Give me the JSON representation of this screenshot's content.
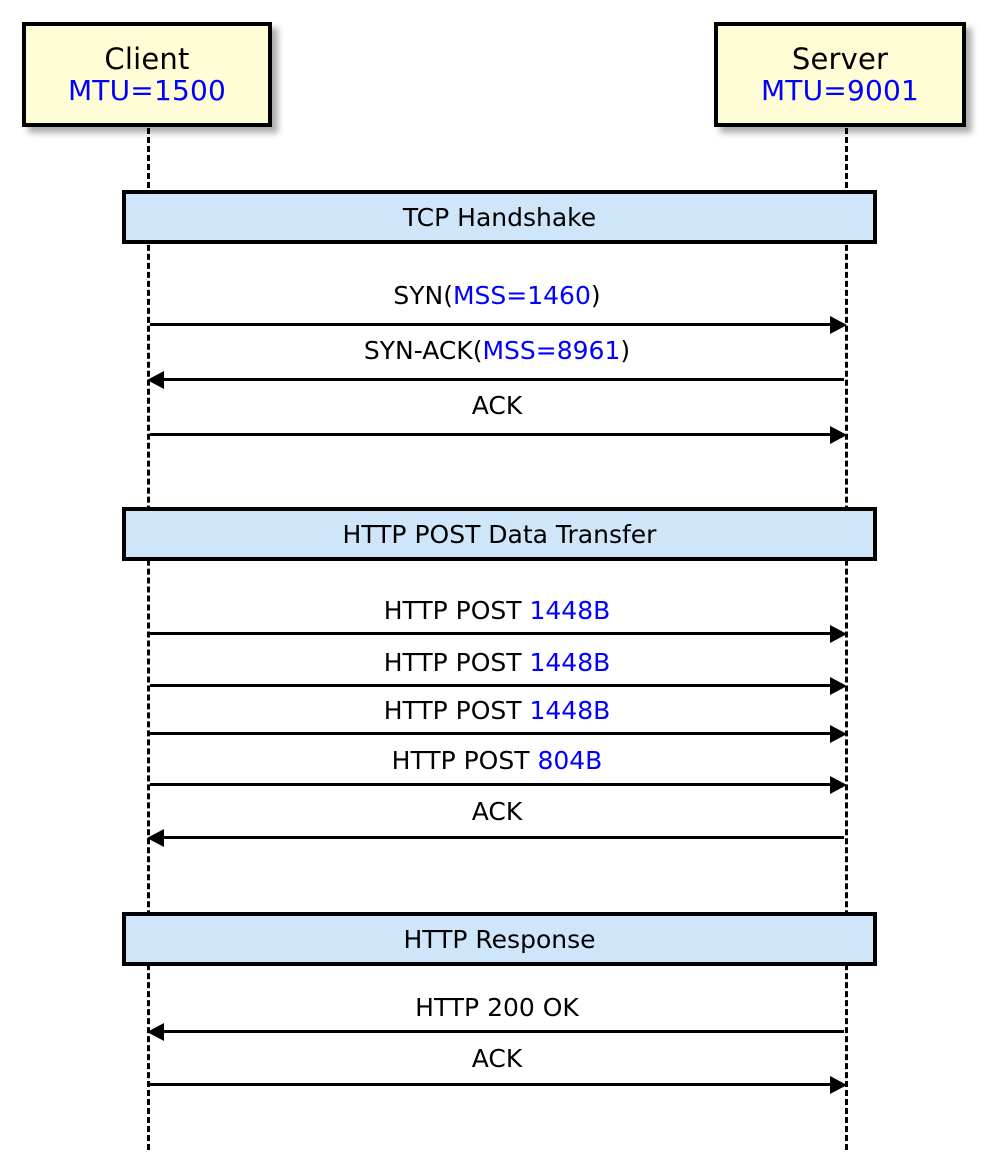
{
  "diagram": {
    "title": "TCP/HTTP sequence diagram between Client and Server",
    "colors": {
      "participant_fill": "#FFFDD5",
      "section_fill": "#CFE6FA",
      "highlight_text": "#0000FF",
      "stroke": "#000000"
    }
  },
  "participants": [
    {
      "id": "client",
      "name": "Client",
      "detail": "MTU=1500"
    },
    {
      "id": "server",
      "name": "Server",
      "detail": "MTU=9001"
    }
  ],
  "sections": [
    {
      "id": "handshake",
      "label": "TCP Handshake"
    },
    {
      "id": "post",
      "label": "HTTP POST Data Transfer"
    },
    {
      "id": "response",
      "label": "HTTP Response"
    }
  ],
  "messages": [
    {
      "id": "m1",
      "section": "handshake",
      "from": "client",
      "to": "server",
      "direction": "right",
      "label_plain": "SYN(MSS=1460)",
      "label_prefix": "SYN(",
      "label_highlight": "MSS=1460",
      "label_suffix": ")"
    },
    {
      "id": "m2",
      "section": "handshake",
      "from": "server",
      "to": "client",
      "direction": "left",
      "label_plain": "SYN-ACK(MSS=8961)",
      "label_prefix": "SYN-ACK(",
      "label_highlight": "MSS=8961",
      "label_suffix": ")"
    },
    {
      "id": "m3",
      "section": "handshake",
      "from": "client",
      "to": "server",
      "direction": "right",
      "label_plain": "ACK",
      "label_prefix": "ACK",
      "label_highlight": "",
      "label_suffix": ""
    },
    {
      "id": "m4",
      "section": "post",
      "from": "client",
      "to": "server",
      "direction": "right",
      "label_plain": "HTTP POST 1448B",
      "label_prefix": "HTTP POST ",
      "label_highlight": "1448B",
      "label_suffix": ""
    },
    {
      "id": "m5",
      "section": "post",
      "from": "client",
      "to": "server",
      "direction": "right",
      "label_plain": "HTTP POST 1448B",
      "label_prefix": "HTTP POST ",
      "label_highlight": "1448B",
      "label_suffix": ""
    },
    {
      "id": "m6",
      "section": "post",
      "from": "client",
      "to": "server",
      "direction": "right",
      "label_plain": "HTTP POST 1448B",
      "label_prefix": "HTTP POST ",
      "label_highlight": "1448B",
      "label_suffix": ""
    },
    {
      "id": "m7",
      "section": "post",
      "from": "client",
      "to": "server",
      "direction": "right",
      "label_plain": "HTTP POST 804B",
      "label_prefix": "HTTP POST ",
      "label_highlight": "804B",
      "label_suffix": ""
    },
    {
      "id": "m8",
      "section": "post",
      "from": "server",
      "to": "client",
      "direction": "left",
      "label_plain": "ACK",
      "label_prefix": "ACK",
      "label_highlight": "",
      "label_suffix": ""
    },
    {
      "id": "m9",
      "section": "response",
      "from": "server",
      "to": "client",
      "direction": "left",
      "label_plain": "HTTP 200 OK",
      "label_prefix": "HTTP 200 OK",
      "label_highlight": "",
      "label_suffix": ""
    },
    {
      "id": "m10",
      "section": "response",
      "from": "client",
      "to": "server",
      "direction": "right",
      "label_plain": "ACK",
      "label_prefix": "ACK",
      "label_highlight": "",
      "label_suffix": ""
    }
  ]
}
